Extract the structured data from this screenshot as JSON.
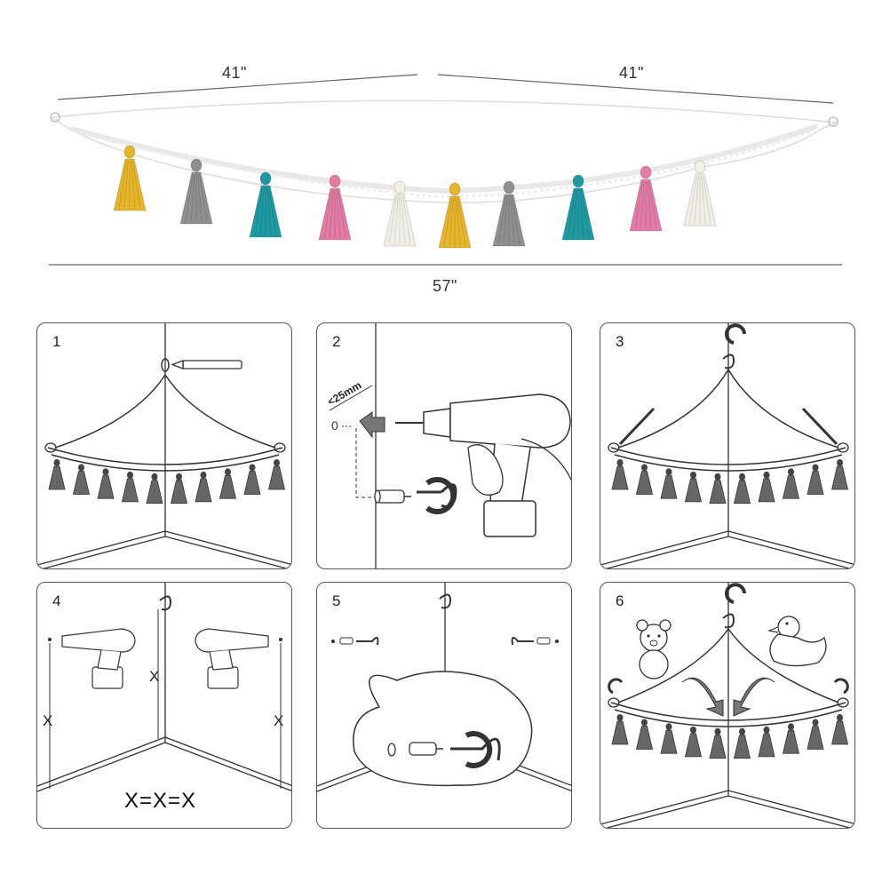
{
  "dimensions": {
    "left_side": "41\"",
    "right_side": "41\"",
    "bottom_width": "57\""
  },
  "tassel_colors": [
    "#e6b52a",
    "#8f8f8f",
    "#1f9aa3",
    "#e27ba5",
    "#f2efe6",
    "#e6b52a",
    "#8f8f8f",
    "#1f9aa3",
    "#e27ba5",
    "#f2efe6"
  ],
  "steps": [
    {
      "number": "1"
    },
    {
      "number": "2",
      "depth_label": "<25mm"
    },
    {
      "number": "3"
    },
    {
      "number": "4",
      "x_label": "X",
      "equation": "X=X=X"
    },
    {
      "number": "5"
    },
    {
      "number": "6"
    }
  ],
  "icons": {
    "pencil": "pencil-icon",
    "drill": "drill-icon",
    "hook": "ceiling-hook-icon",
    "anchor": "wall-anchor-icon",
    "rotate": "rotate-arrow-icon",
    "teddy": "teddy-bear-icon",
    "duck": "rubber-duck-icon"
  }
}
